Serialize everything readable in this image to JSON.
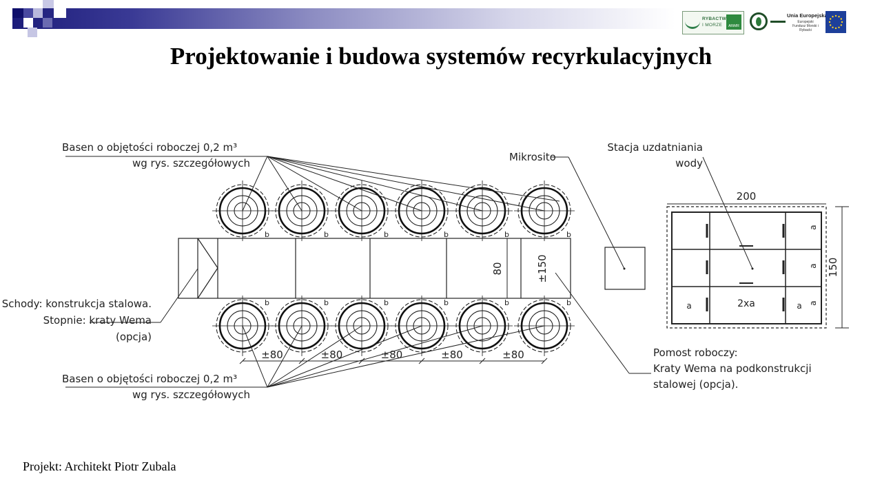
{
  "slide": {
    "title": "Projektowanie i budowa systemów recyrkulacyjnych",
    "footer": "Projekt: Architekt  Piotr Zubala"
  },
  "logos": {
    "fisheries_top": "RYBACTWO",
    "fisheries_bottom": "I MORZE",
    "arimr": "ARiMR",
    "eu_title": "Unia Europejska",
    "eu_fund": "Europejski Fundusz Morski i Rybacki"
  },
  "drawing": {
    "label_basin_top_1": "Basen o objętości roboczej 0,2 m³",
    "label_basin_top_2": "wg rys. szczegółowych",
    "label_basin_bottom_1": "Basen o objętości roboczej 0,2 m³",
    "label_basin_bottom_2": "wg rys. szczegółowych",
    "label_stairs_1": "Schody: konstrukcja stalowa.",
    "label_stairs_2": "Stopnie: kraty Wema",
    "label_stairs_3": "(opcja)",
    "label_microsieve": "Mikrosito",
    "label_station_1": "Stacja uzdatniania",
    "label_station_2": "wody",
    "label_platform_1": "Pomost roboczy:",
    "label_platform_2": "Kraty Wema na podkonstrukcji",
    "label_platform_3": "stalowej (opcja).",
    "dim_walkway_width": "80",
    "dim_walkway_length": "±150",
    "dim_spacing": [
      "±80",
      "±80",
      "±80",
      "±80",
      "±80"
    ],
    "dim_station_width": "200",
    "dim_station_height": "150",
    "station_cell_label": "a",
    "station_center_label": "2xa",
    "tank_side_label": "b"
  }
}
